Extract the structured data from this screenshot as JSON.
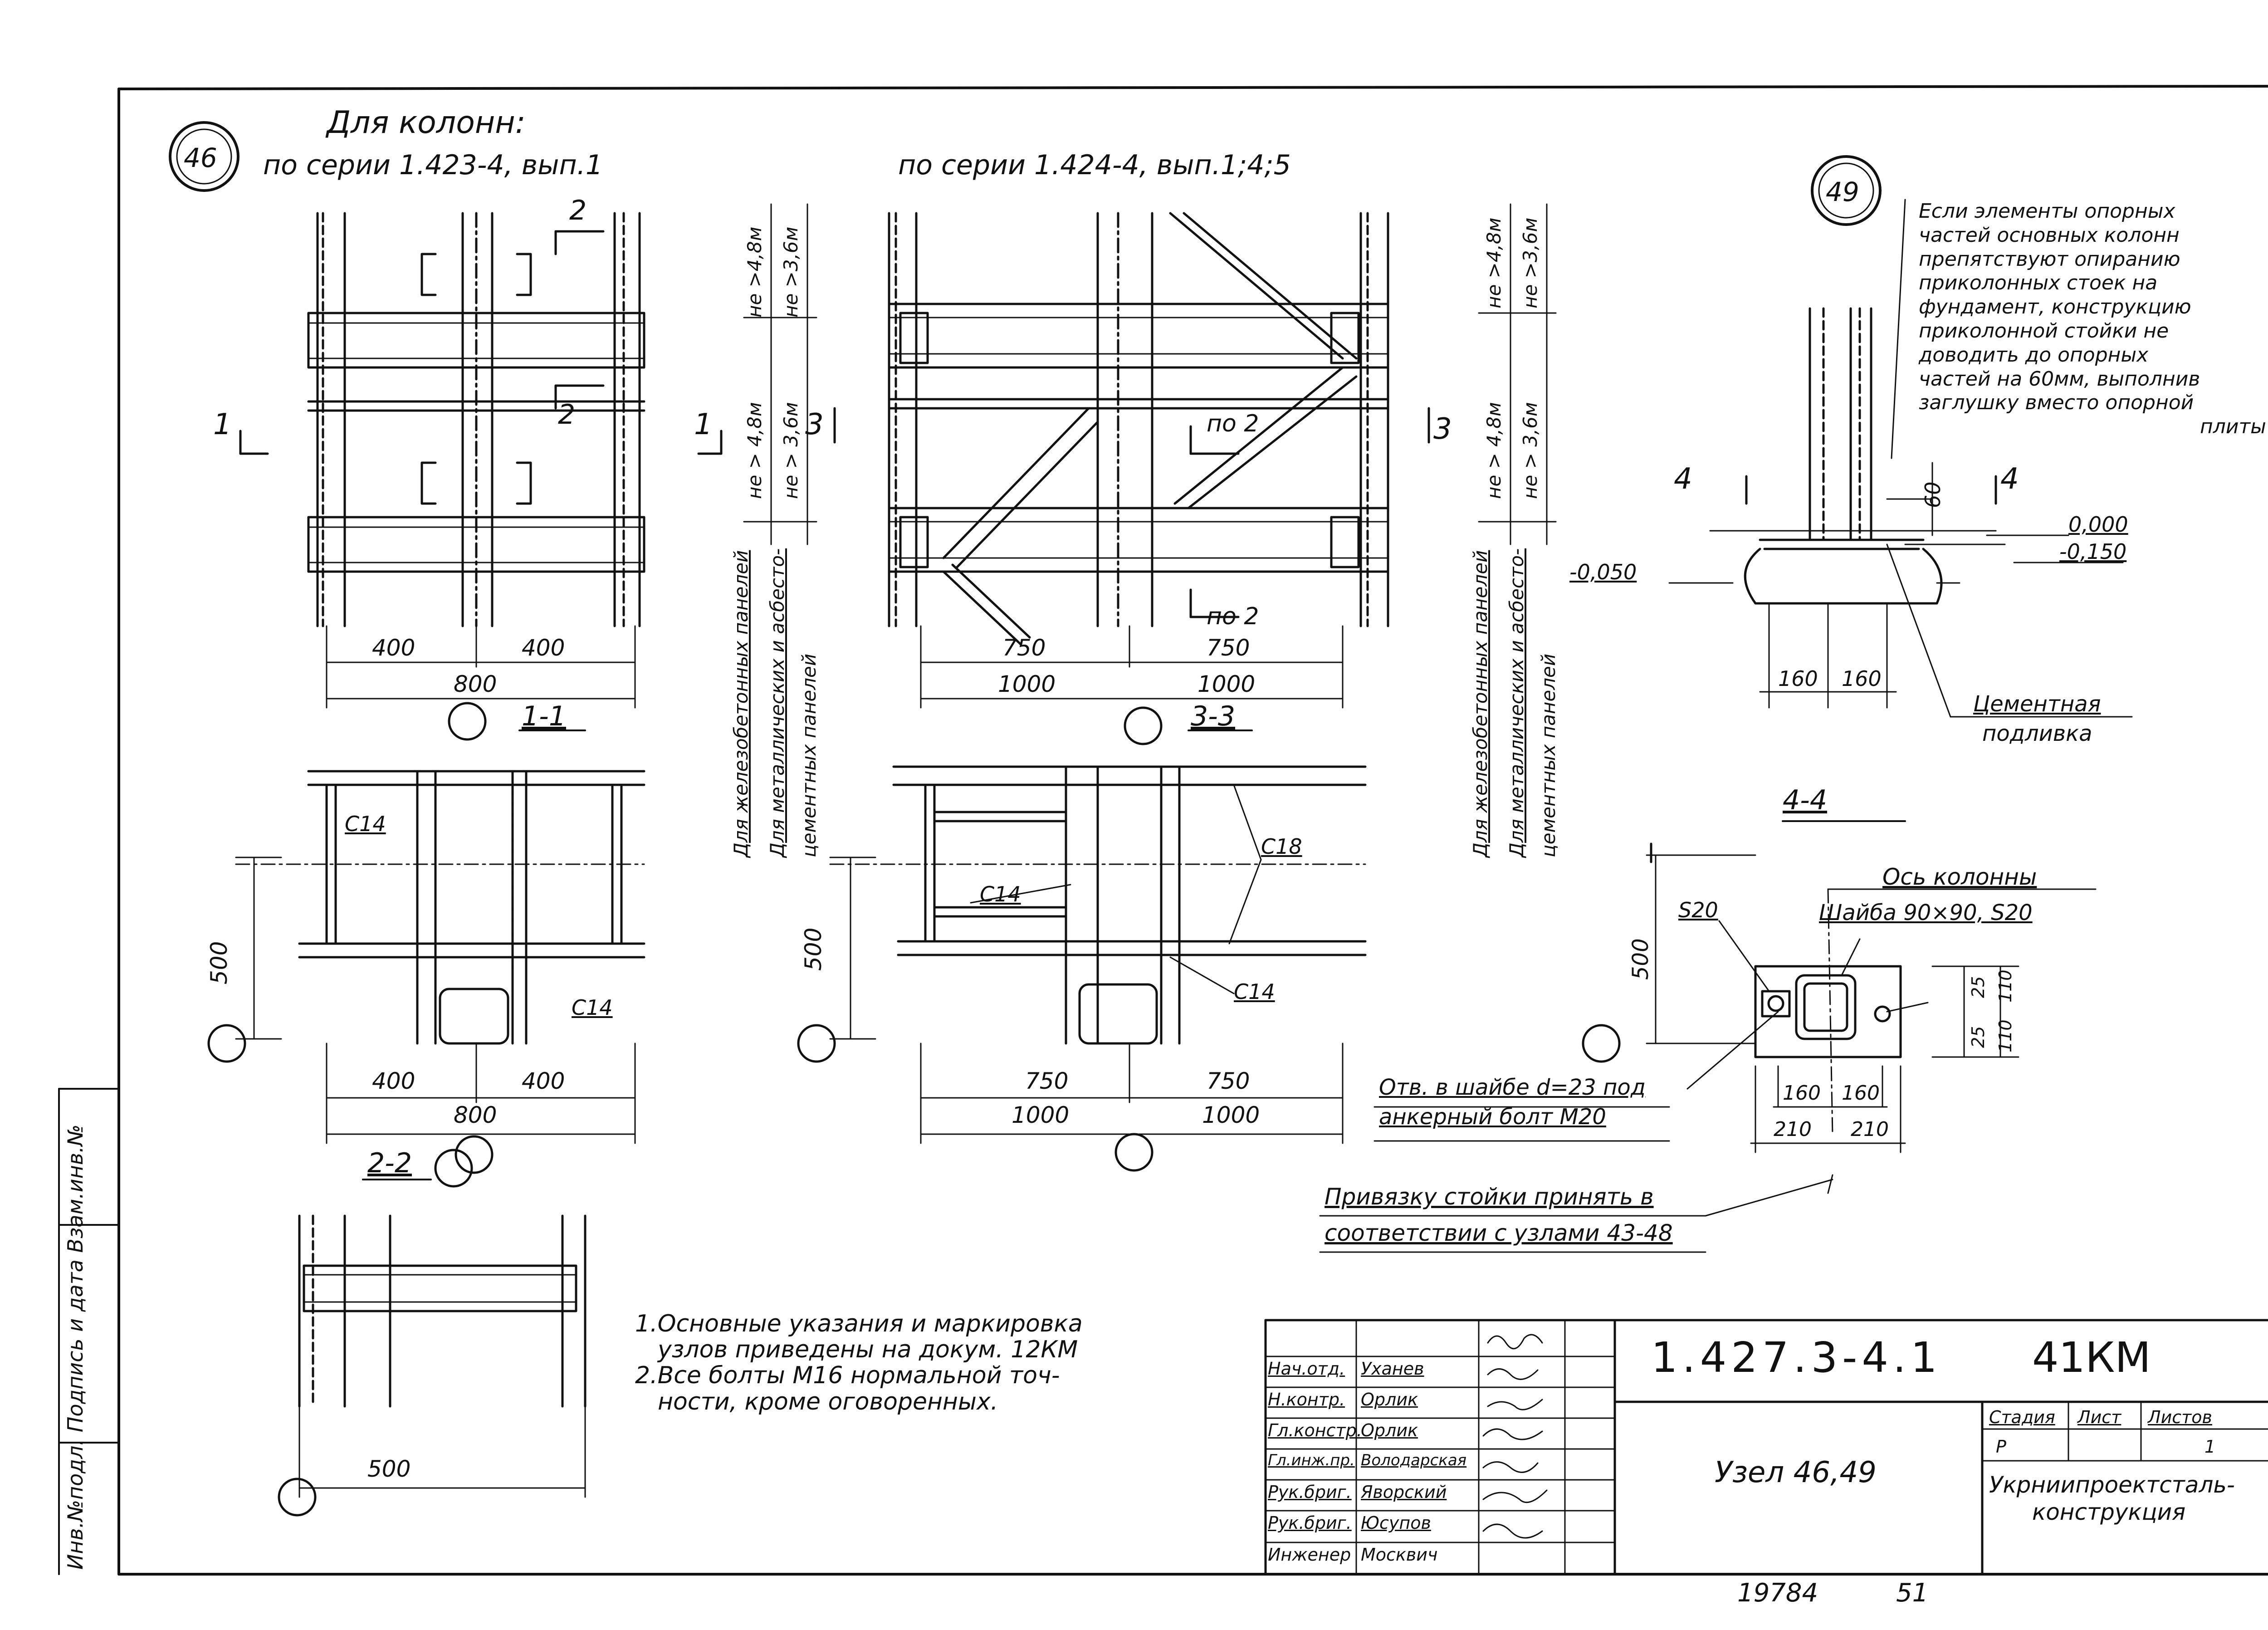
{
  "header": {
    "node_46": "46",
    "node_49": "49",
    "for_columns": "Для колонн:",
    "series_a": "по серии 1.423-4, вып.1",
    "series_b": "по серии 1.424-4, вып.1;4;5"
  },
  "view_46a": {
    "dim_400_left": "400",
    "dim_400_right": "400",
    "dim_800": "800",
    "cut_1_left": "1",
    "cut_1_right": "1",
    "cut_2_top": "2",
    "cut_2_mid": "2",
    "h_rc_upper": "не >4,8м",
    "h_steel_upper": "не >3,6м",
    "h_rc_lower": "не > 4,8м",
    "h_steel_lower": "не > 3,6м",
    "legend_rc": "Для железобетонных панелей",
    "legend_steel_1": "Для металлических и асбесто-",
    "legend_steel_2": "цементных панелей"
  },
  "view_46b": {
    "dim_750_left": "750",
    "dim_750_right": "750",
    "dim_1000_left": "1000",
    "dim_1000_right": "1000",
    "cut_3_left": "3",
    "cut_3_right": "3",
    "po2_top": "по 2",
    "po2_bottom": "по 2",
    "h_rc_upper": "не >4,8м",
    "h_steel_upper": "не >3,6м",
    "h_rc_lower": "не > 4,8м",
    "h_steel_lower": "не > 3,6м",
    "legend_rc": "Для железобетонных панелей",
    "legend_steel_1": "Для металлических и асбесто-",
    "legend_steel_2": "цементных панелей"
  },
  "section_1_1": {
    "title": "1-1",
    "c14_a": "С14",
    "c14_b": "С14",
    "dim_500": "500",
    "dim_400_left": "400",
    "dim_400_right": "400",
    "dim_800": "800"
  },
  "section_3_3": {
    "title": "3-3",
    "c18": "С18",
    "c14_a": "С14",
    "c14_b": "С14",
    "dim_500": "500",
    "dim_750_left": "750",
    "dim_750_right": "750",
    "dim_1000_left": "1000",
    "dim_1000_right": "1000"
  },
  "section_2_2": {
    "title": "2-2",
    "dim_500": "500"
  },
  "node_49": {
    "note_lines": [
      "Если элементы опорных",
      "частей основных колонн",
      "препятствуют опиранию",
      "приколонных стоек на",
      "фундамент, конструкцию",
      "приколонной стойки не",
      "доводить до опорных",
      "частей на 60мм, выполнив",
      "заглушку вместо опорной",
      "плиты"
    ],
    "cut_4_left": "4",
    "cut_4_right": "4",
    "dim_60": "60",
    "level_0": "0,000",
    "level_150": "-0,150",
    "level_050": "-0,050",
    "dim_160_left": "160",
    "dim_160_right": "160",
    "grout_1": "Цементная",
    "grout_2": "подливка"
  },
  "section_4_4": {
    "title": "4-4",
    "axis_label": "Ось колонны",
    "s20": "S20",
    "washer": "Шайба 90×90, S20",
    "dim_500": "500",
    "dim_25_top": "25",
    "dim_110_top": "110",
    "dim_25_bottom": "25",
    "dim_110_bottom": "110",
    "hole_1": "Отв. в шайбе d=23 под",
    "hole_2": "анкерный болт М20",
    "dim_160_left": "160",
    "dim_160_right": "160",
    "dim_210_left": "210",
    "dim_210_right": "210",
    "binding_1": "Привязку стойки принять в",
    "binding_2": "соответствии с узлами 43-48"
  },
  "notes": [
    "1.Основные указания и маркировка",
    "узлов приведены на докум. 12КМ",
    "2.Все болты М16 нормальной точ-",
    "ности, кроме оговоренных."
  ],
  "left_margin_stamp": "Инв.№подл. Подпись и дата Взам.инв.№",
  "title_block": {
    "roles": [
      "Нач.отд.",
      "Н.контр.",
      "Гл.констр.",
      "Гл.инж.пр.",
      "Рук.бриг.",
      "Рук.бриг.",
      "Инженер"
    ],
    "names": [
      "Уханев",
      "Орлик",
      "Орлик",
      "Володарская",
      "Яворский",
      "Юсупов",
      "Москвич"
    ],
    "designation": "1.427.3-4.1",
    "sheet_code": "41КМ",
    "stage_label": "Стадия",
    "sheet_label": "Лист",
    "sheets_label": "Листов",
    "stage": "Р",
    "sheet": "",
    "sheets": "1",
    "node_title": "Узел 46,49",
    "org_1": "Укрниипроектсталь-",
    "org_2": "конструкция"
  },
  "footer": {
    "number": "19784",
    "page": "51"
  }
}
